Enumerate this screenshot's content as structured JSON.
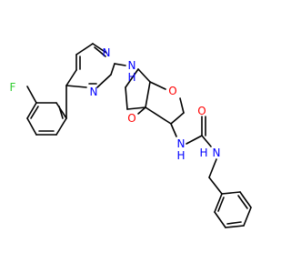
{
  "colors": {
    "bond": "#000000",
    "nitrogen": "#0000ff",
    "oxygen": "#ff0000",
    "fluorine": "#32cd32",
    "carbon_text": "#000000"
  },
  "atoms": {
    "F": "F",
    "N": "N",
    "NH": "N",
    "H": "H",
    "O": "O"
  }
}
